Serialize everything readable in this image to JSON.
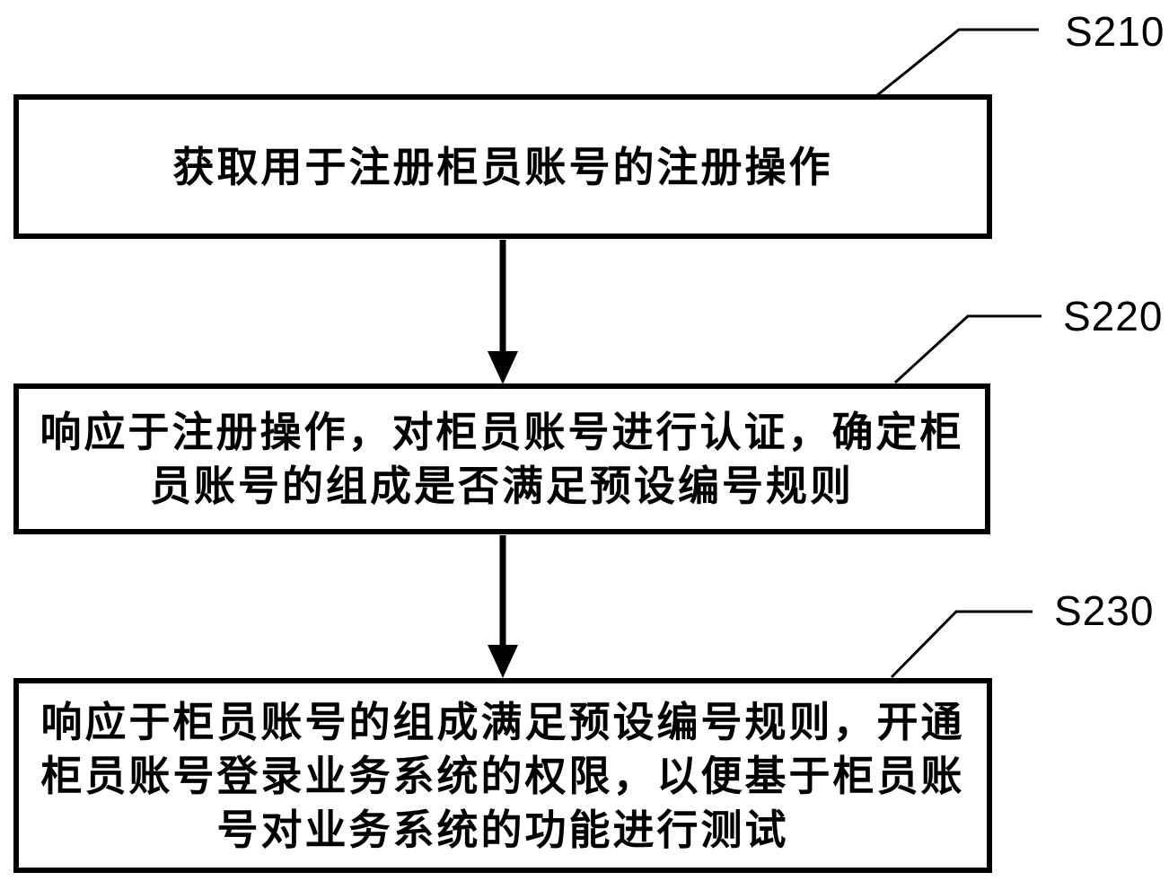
{
  "figure": {
    "type": "flowchart",
    "colors": {
      "background": "#ffffff",
      "line": "#000000",
      "text": "#000000"
    },
    "steps": [
      {
        "label": "S210",
        "text": "获取用于注册柜员账号的注册操作",
        "lines": [
          "获取用于注册柜员账号的注册操作"
        ]
      },
      {
        "label": "S220",
        "text": "响应于注册操作，对柜员账号进行认证，确定柜员账号的组成是否满足预设编号规则",
        "lines": [
          "响应于注册操作，对柜员账号进行认证，确定柜",
          "员账号的组成是否满足预设编号规则"
        ]
      },
      {
        "label": "S230",
        "text": "响应于柜员账号的组成满足预设编号规则，开通柜员账号登录业务系统的权限，以便基于柜员账号对业务系统的功能进行测试",
        "lines": [
          "响应于柜员账号的组成满足预设编号规则，开通",
          "柜员账号登录业务系统的权限，以便基于柜员账",
          "号对业务系统的功能进行测试"
        ]
      }
    ]
  }
}
